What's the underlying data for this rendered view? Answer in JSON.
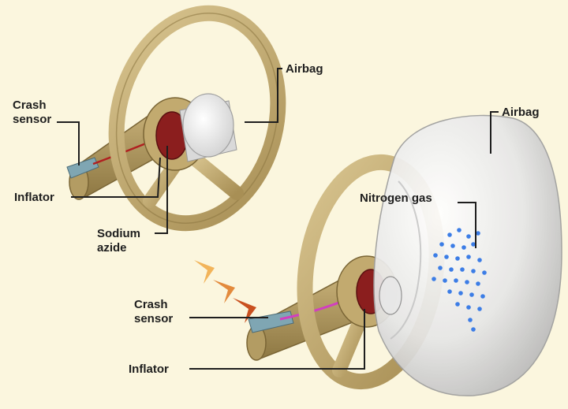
{
  "labels": {
    "airbag_top": "Airbag",
    "crash_sensor_top_1": "Crash",
    "crash_sensor_top_2": "sensor",
    "inflator_top": "Inflator",
    "sodium_azide_1": "Sodium",
    "sodium_azide_2": "azide",
    "airbag_right": "Airbag",
    "nitrogen_gas": "Nitrogen gas",
    "crash_sensor_bottom_1": "Crash",
    "crash_sensor_bottom_2": "sensor",
    "inflator_bottom": "Inflator"
  },
  "colors": {
    "background": "#fbf6de",
    "wheel": "#c8b27a",
    "wheel_dark": "#8e7843",
    "airbag": "#ececec",
    "inflator": "#8b1e1e",
    "gas_dots": "#3c7de6",
    "impact_arrows": [
      "#f2b45a",
      "#e38a3c",
      "#c9501f"
    ],
    "leader_lines": "#1e1e1e"
  }
}
